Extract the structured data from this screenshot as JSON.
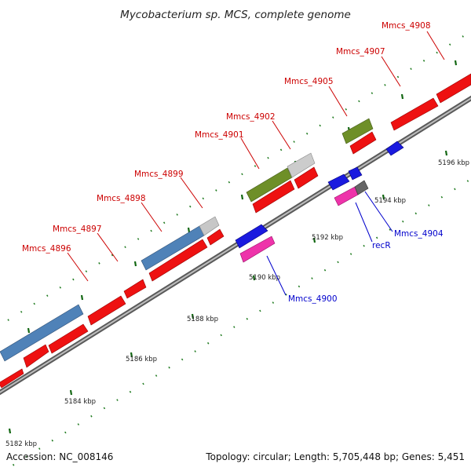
{
  "title": "Mycobacterium sp. MCS, complete genome",
  "footer": {
    "accession": "Accession: NC_008146",
    "summary": "Topology: circular; Length: 5,705,448 bp; Genes: 5,451"
  },
  "colors": {
    "forward_cds": "#ee1111",
    "reverse_cds": "#1a1adf",
    "rna": "#ee33aa",
    "operon_blue": "#4f82b8",
    "operon_green": "#6e8f28",
    "pseudo": "#bbbbbb",
    "backbone": "#8a8a8a",
    "forward_label": "#cc0000",
    "reverse_label": "#0000cc",
    "tick": "#227722"
  },
  "scale_labels": [
    "5182 kbp",
    "5184 kbp",
    "5186 kbp",
    "5188 kbp",
    "5190 kbp",
    "5192 kbp",
    "5194 kbp",
    "5196 kbp"
  ],
  "forward_labels": [
    "Mmcs_4896",
    "Mmcs_4897",
    "Mmcs_4898",
    "Mmcs_4899",
    "Mmcs_4901",
    "Mmcs_4902",
    "Mmcs_4905",
    "Mmcs_4907",
    "Mmcs_4908"
  ],
  "reverse_labels": [
    "Mmcs_4900",
    "recR",
    "Mmcs_4904"
  ]
}
